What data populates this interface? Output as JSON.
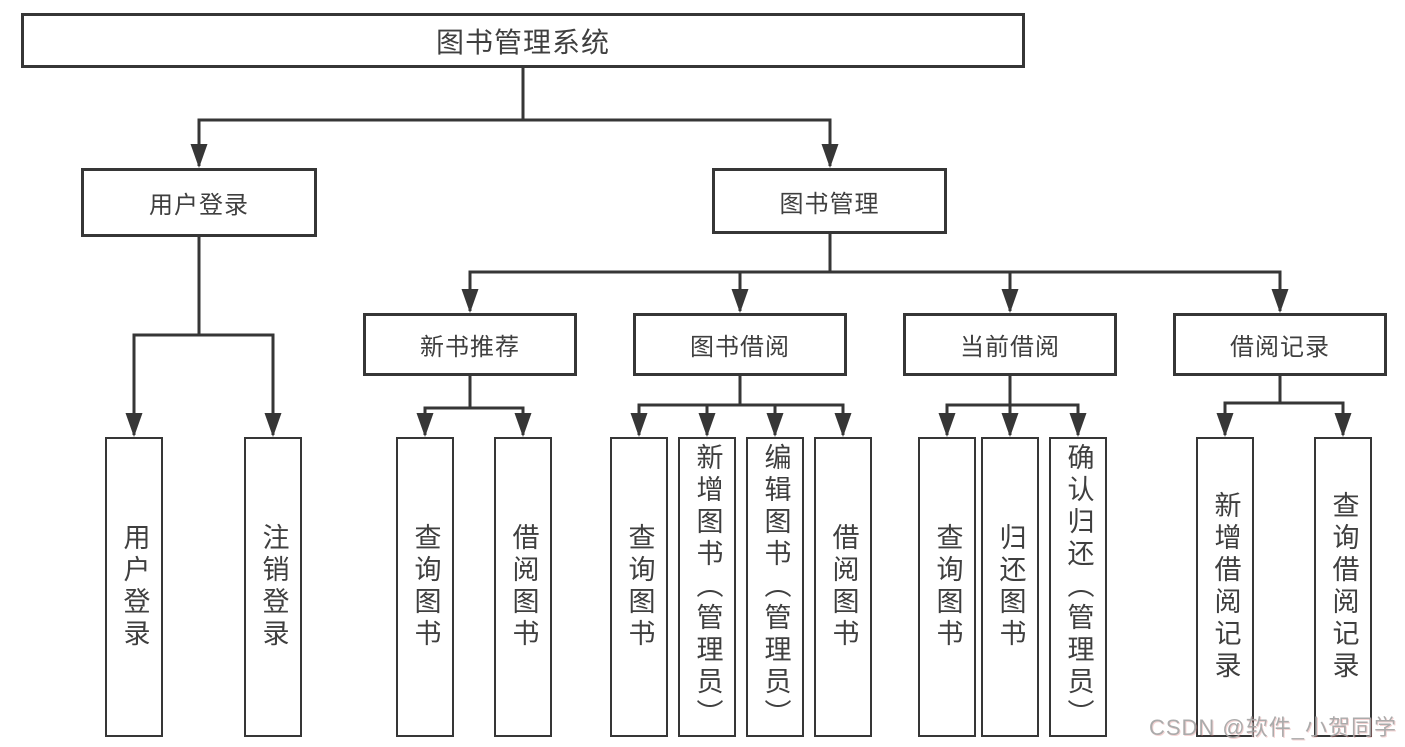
{
  "colors": {
    "line": "#363636",
    "box_border": "#363636",
    "box_background": "#ffffff",
    "label_text": "#3f3f3f",
    "watermark_text": "#a4a4a4"
  },
  "watermark": {
    "text": "CSDN @软件_小贺同学"
  },
  "nodes": {
    "root": {
      "label": "图书管理系统"
    },
    "login": {
      "label": "用户登录",
      "children": [
        {
          "label": "用户登录"
        },
        {
          "label": "注销登录"
        }
      ]
    },
    "mgmt": {
      "label": "图书管理",
      "children": [
        {
          "label": "新书推荐",
          "children": [
            {
              "label": "查询图书"
            },
            {
              "label": "借阅图书"
            }
          ]
        },
        {
          "label": "图书借阅",
          "children": [
            {
              "label": "查询图书"
            },
            {
              "label": "新增图书（管理员）"
            },
            {
              "label": "编辑图书（管理员）"
            },
            {
              "label": "借阅图书"
            }
          ]
        },
        {
          "label": "当前借阅",
          "children": [
            {
              "label": "查询图书"
            },
            {
              "label": "归还图书"
            },
            {
              "label": "确认归还（管理员）"
            }
          ]
        },
        {
          "label": "借阅记录",
          "children": [
            {
              "label": "新增借阅记录"
            },
            {
              "label": "查询借阅记录"
            }
          ]
        }
      ]
    }
  }
}
